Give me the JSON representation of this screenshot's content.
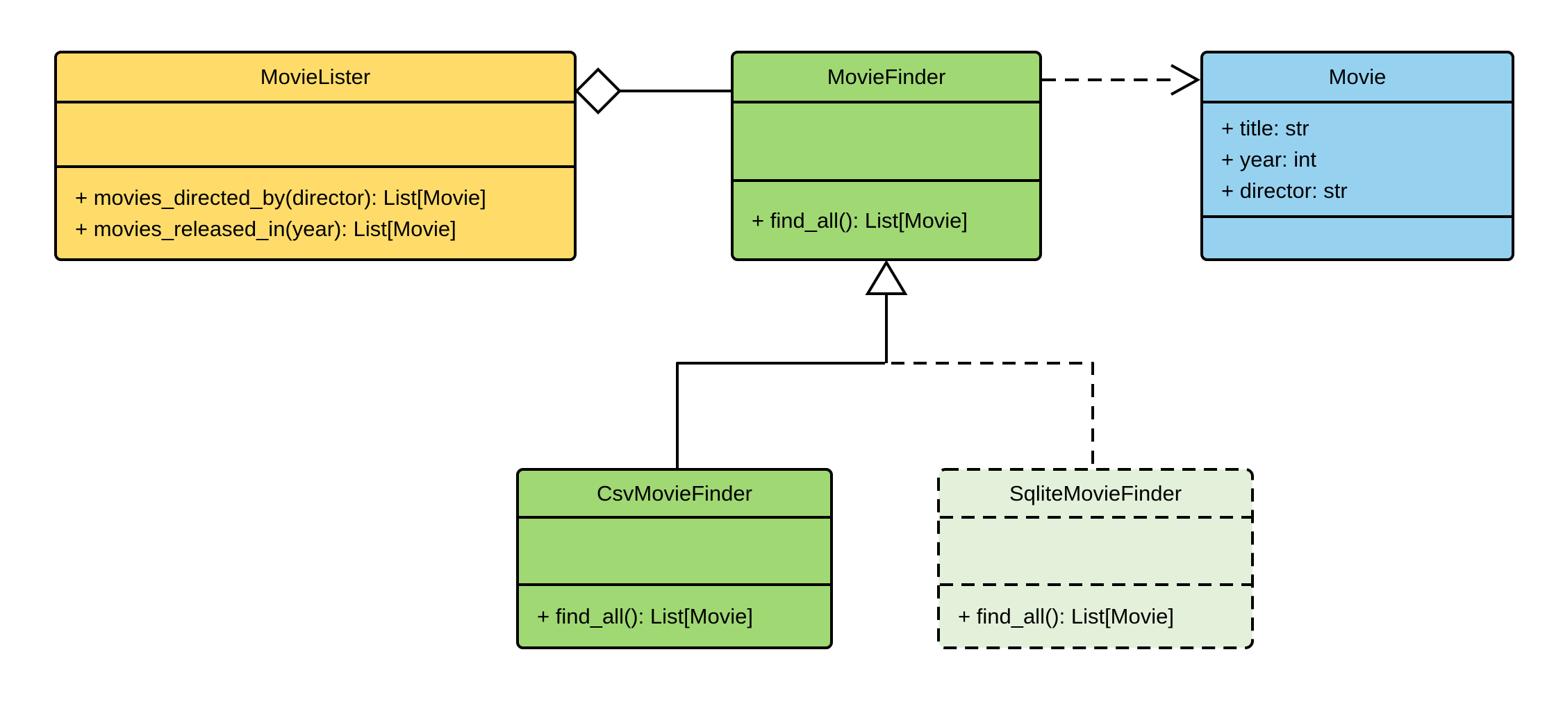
{
  "diagram": {
    "background_color": "#ffffff",
    "stroke_color": "#000000",
    "classes": [
      {
        "id": "movie-lister",
        "name": "MovieLister",
        "fill": "#FFDC69",
        "border_style": "solid",
        "attributes": [],
        "methods": [
          "+ movies_directed_by(director): List[Movie]",
          "+ movies_released_in(year): List[Movie]"
        ]
      },
      {
        "id": "movie-finder",
        "name": "MovieFinder",
        "fill": "#A0D873",
        "border_style": "solid",
        "attributes": [],
        "methods": [
          "+ find_all(): List[Movie]"
        ]
      },
      {
        "id": "movie",
        "name": "Movie",
        "fill": "#96D2F0",
        "border_style": "solid",
        "attributes": [
          "+ title: str",
          "+ year: int",
          "+ director: str"
        ],
        "methods": []
      },
      {
        "id": "csv-movie-finder",
        "name": "CsvMovieFinder",
        "fill": "#A0D873",
        "border_style": "solid",
        "attributes": [],
        "methods": [
          "+ find_all(): List[Movie]"
        ]
      },
      {
        "id": "sqlite-movie-finder",
        "name": "SqliteMovieFinder",
        "fill": "#E3F1DA",
        "border_style": "dashed",
        "attributes": [],
        "methods": [
          "+ find_all(): List[Movie]"
        ]
      }
    ],
    "relationships": [
      {
        "type": "aggregation",
        "from": "MovieLister",
        "to": "MovieFinder",
        "line": "solid",
        "marker": "hollow-diamond"
      },
      {
        "type": "dependency",
        "from": "MovieFinder",
        "to": "Movie",
        "line": "dashed",
        "marker": "open-arrow"
      },
      {
        "type": "inheritance",
        "from": "CsvMovieFinder",
        "to": "MovieFinder",
        "line": "solid",
        "marker": "hollow-triangle"
      },
      {
        "type": "inheritance",
        "from": "SqliteMovieFinder",
        "to": "MovieFinder",
        "line": "dashed",
        "marker": "hollow-triangle"
      }
    ]
  }
}
